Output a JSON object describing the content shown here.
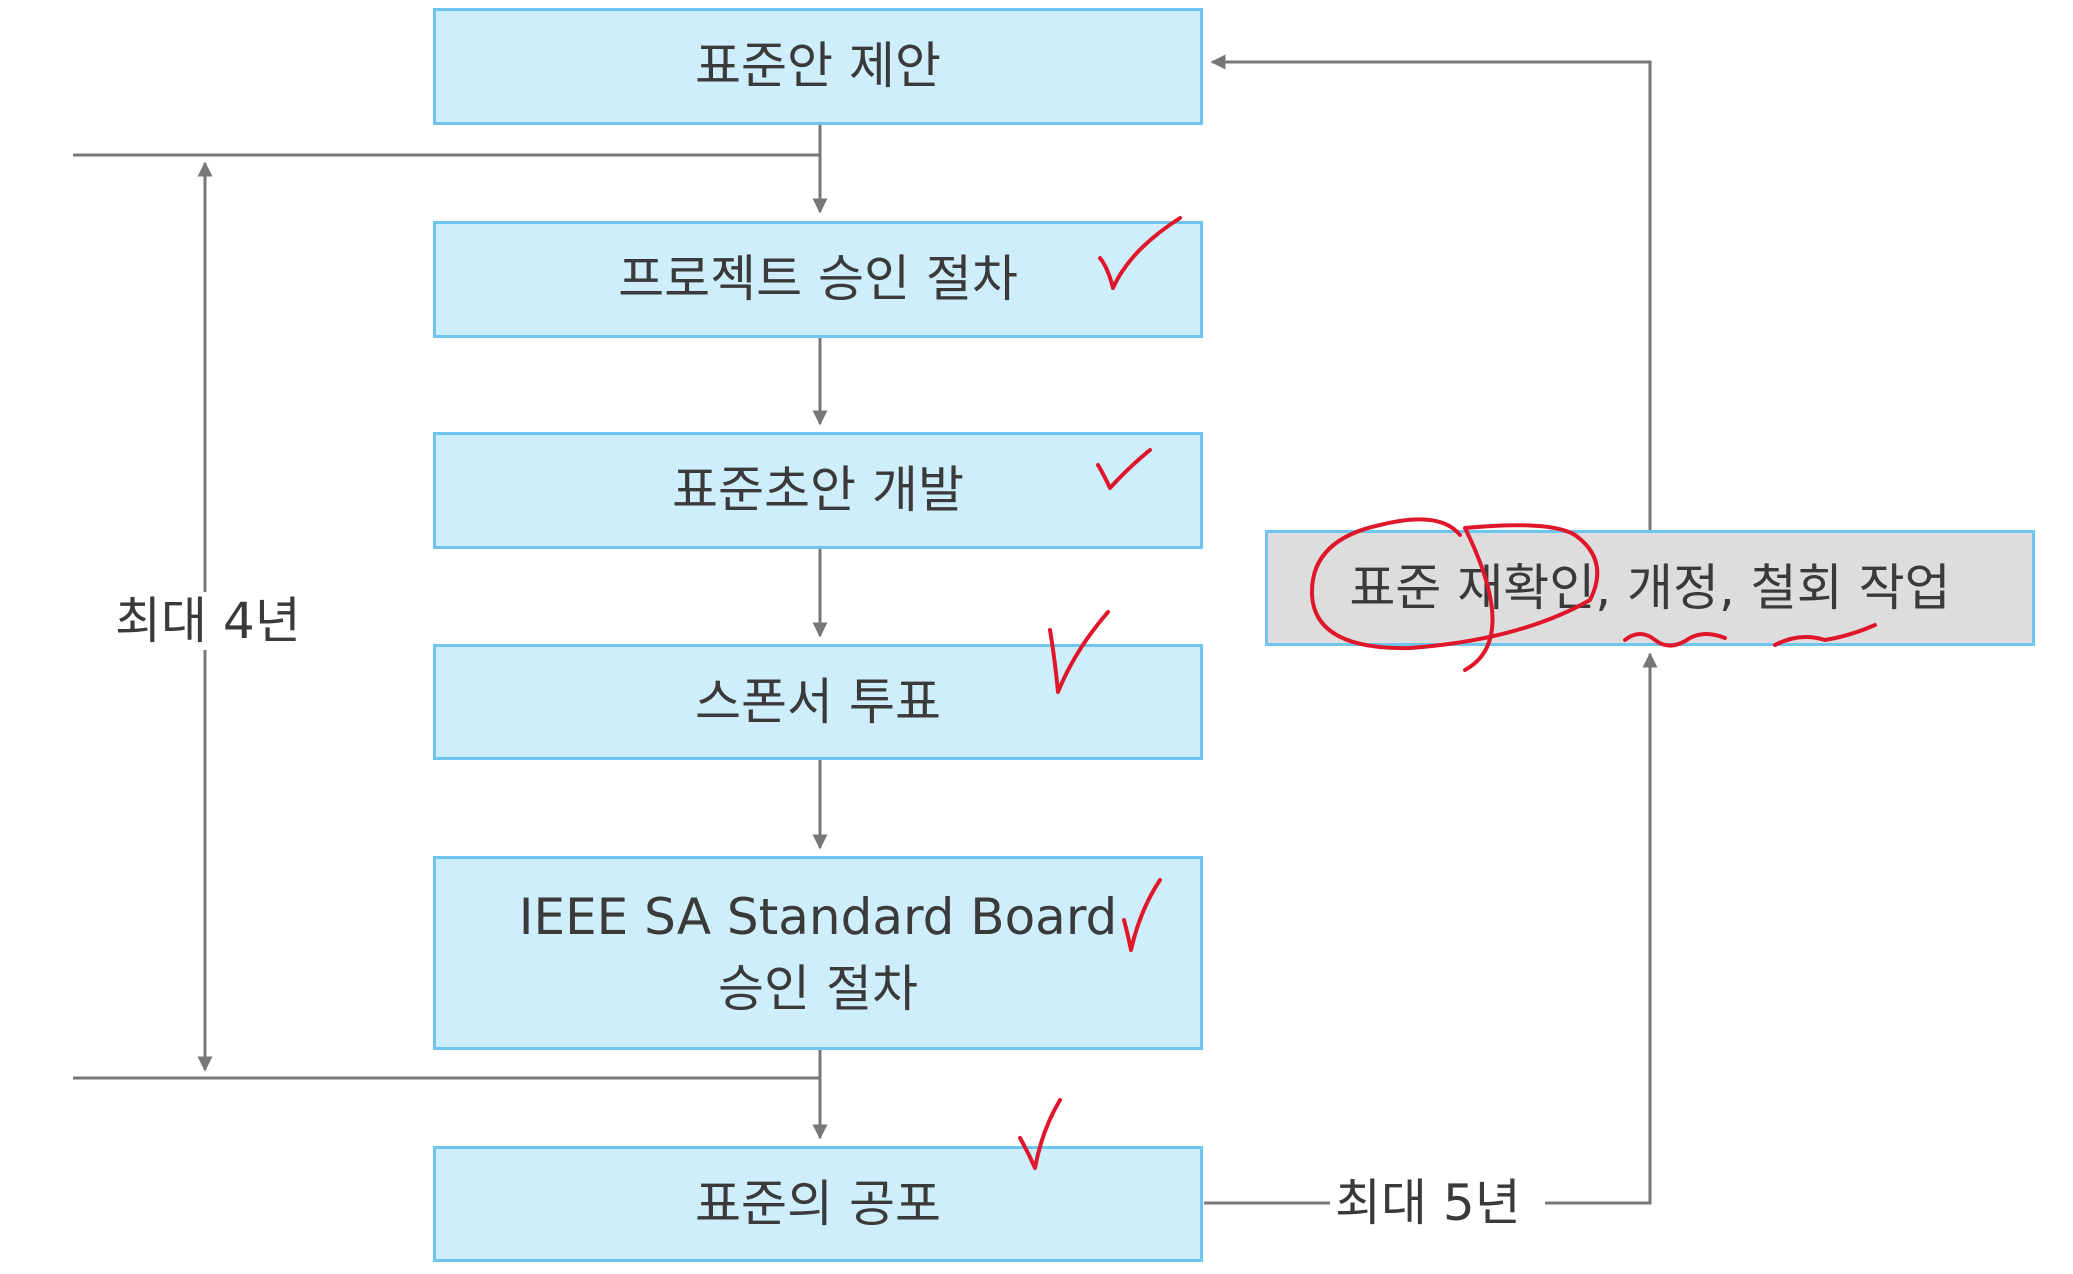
{
  "steps": [
    {
      "label": "표준안 제안"
    },
    {
      "label": "프로젝트 승인 절차"
    },
    {
      "label": "표준초안 개발"
    },
    {
      "label": "스폰서 투표"
    },
    {
      "label": "IEEE SA Standard Board",
      "label2": "승인 절차"
    },
    {
      "label": "표준의 공포"
    }
  ],
  "side_box": {
    "label": "표준 재확인, 개정, 철회 작업"
  },
  "span_labels": {
    "max_4": "최대 4년",
    "max_5": "최대 5년"
  },
  "colors": {
    "box_fill": "#cfeefc",
    "box_border": "#6ec6ee",
    "side_box_fill": "#dddddd",
    "connector": "#777777",
    "annotation": "#e0162b"
  },
  "annotations": {
    "checkmarks": 5,
    "circled_text": "표준 재확인",
    "underlined_texts": [
      "개정",
      "철회"
    ]
  }
}
